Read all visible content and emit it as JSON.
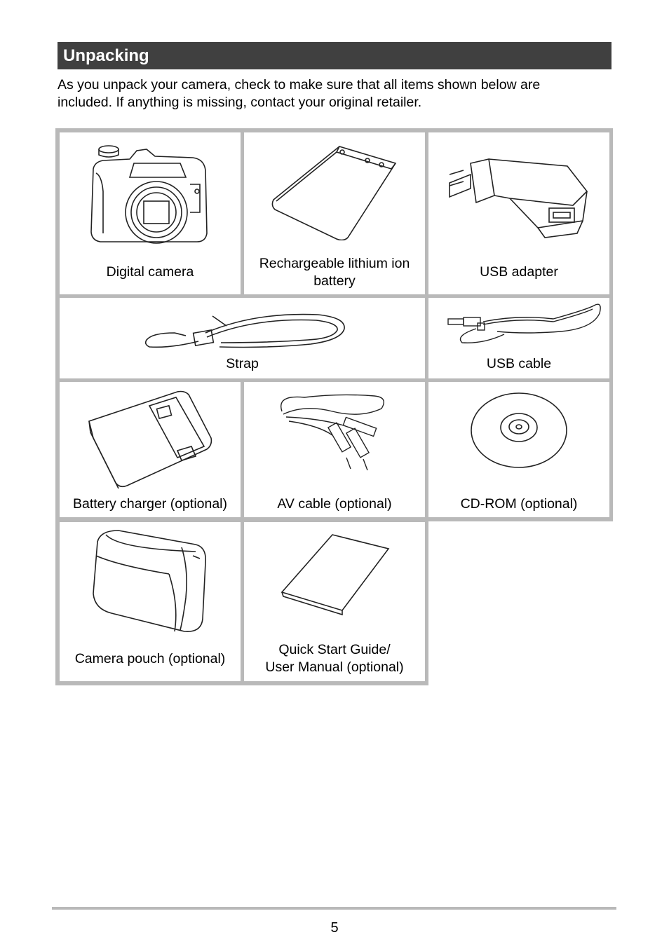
{
  "section": {
    "title": "Unpacking"
  },
  "intro": {
    "line1": "As you unpack your camera, check to make sure that all items shown below are",
    "line2": "included. If anything is missing, contact your original retailer."
  },
  "items": {
    "camera": {
      "label": "Digital camera"
    },
    "battery": {
      "line1": "Rechargeable lithium ion",
      "line2": "battery"
    },
    "adapter": {
      "label": "USB adapter"
    },
    "strap": {
      "label": "Strap"
    },
    "usb_cable": {
      "label": "USB cable"
    },
    "charger": {
      "label": "Battery charger (optional)"
    },
    "av_cable": {
      "label": "AV cable (optional)"
    },
    "cdrom": {
      "label": "CD-ROM (optional)"
    },
    "pouch": {
      "label": "Camera pouch (optional)"
    },
    "guide": {
      "line1": "Quick Start Guide/",
      "line2": "User Manual (optional)"
    }
  },
  "footer": {
    "page_number": "5"
  }
}
